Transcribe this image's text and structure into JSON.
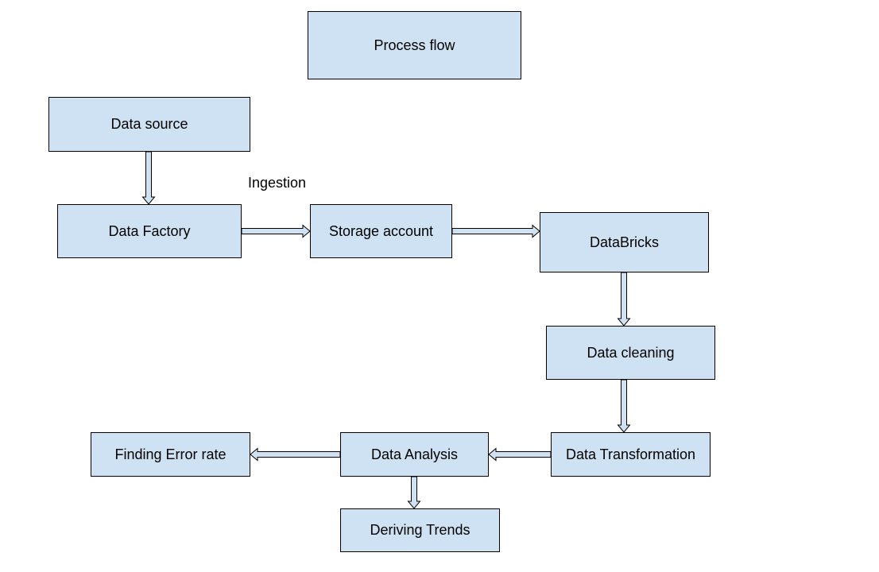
{
  "diagram": {
    "title": "Process flow",
    "nodes": [
      {
        "id": "data-source",
        "label": "Data source"
      },
      {
        "id": "data-factory",
        "label": "Data Factory"
      },
      {
        "id": "storage-account",
        "label": "Storage account"
      },
      {
        "id": "databricks",
        "label": "DataBricks"
      },
      {
        "id": "data-cleaning",
        "label": "Data cleaning"
      },
      {
        "id": "data-transformation",
        "label": "Data Transformation"
      },
      {
        "id": "data-analysis",
        "label": "Data Analysis"
      },
      {
        "id": "finding-error-rate",
        "label": "Finding Error rate"
      },
      {
        "id": "deriving-trends",
        "label": "Deriving Trends"
      }
    ],
    "edges": [
      {
        "from": "data-source",
        "to": "data-factory"
      },
      {
        "from": "data-factory",
        "to": "storage-account",
        "label": "Ingestion"
      },
      {
        "from": "storage-account",
        "to": "databricks"
      },
      {
        "from": "databricks",
        "to": "data-cleaning"
      },
      {
        "from": "data-cleaning",
        "to": "data-transformation"
      },
      {
        "from": "data-transformation",
        "to": "data-analysis"
      },
      {
        "from": "data-analysis",
        "to": "finding-error-rate"
      },
      {
        "from": "data-analysis",
        "to": "deriving-trends"
      }
    ],
    "colors": {
      "node_fill": "#cfe2f3",
      "stroke": "#000000",
      "arrow_fill": "#cfe2f3"
    }
  }
}
